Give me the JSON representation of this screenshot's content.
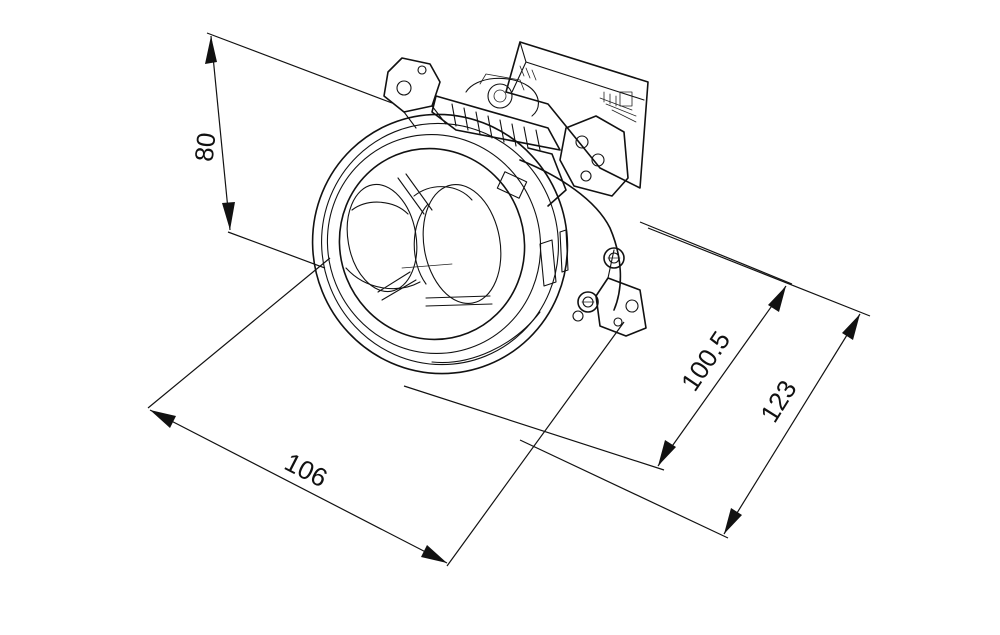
{
  "figure": {
    "subject": "projector headlamp module (isometric technical drawing)",
    "line_color": "#111111",
    "background": "#ffffff"
  },
  "dimensions": {
    "height": "80",
    "width": "106",
    "depth_inner": "100.5",
    "depth_overall": "123"
  }
}
